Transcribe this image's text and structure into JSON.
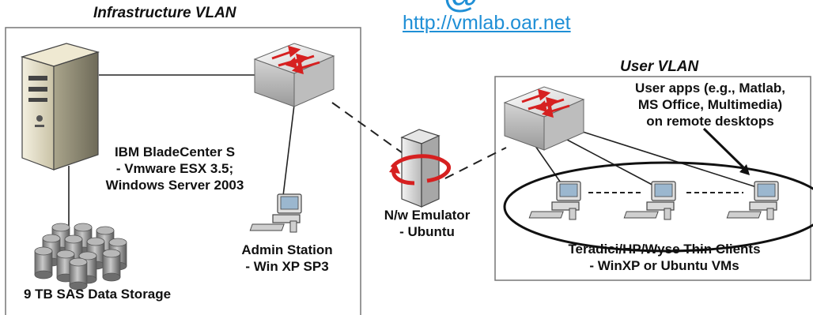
{
  "header": {
    "top_text_fragment": "@",
    "link": "http://vmlab.oar.net"
  },
  "infra_vlan": {
    "title": "Infrastructure VLAN",
    "server_label": [
      "IBM BladeCenter S",
      "- Vmware ESX 3.5;",
      "Windows Server 2003"
    ],
    "storage_label": "9 TB SAS Data Storage",
    "admin_label": [
      "Admin Station",
      "- Win XP SP3"
    ]
  },
  "emulator": {
    "label": [
      "N/w Emulator",
      "- Ubuntu"
    ]
  },
  "user_vlan": {
    "title": "User VLAN",
    "apps_label": [
      "User apps (e.g., Matlab,",
      "MS Office, Multimedia)",
      "on remote desktops"
    ],
    "clients_label": [
      "Teradici/HP/Wyse Thin Clients",
      "- WinXP or Ubuntu VMs"
    ]
  },
  "colors": {
    "link": "#1f8fd6",
    "switch_arrow": "#d62020",
    "emulator_ring": "#d62020",
    "box_border": "#777777"
  }
}
